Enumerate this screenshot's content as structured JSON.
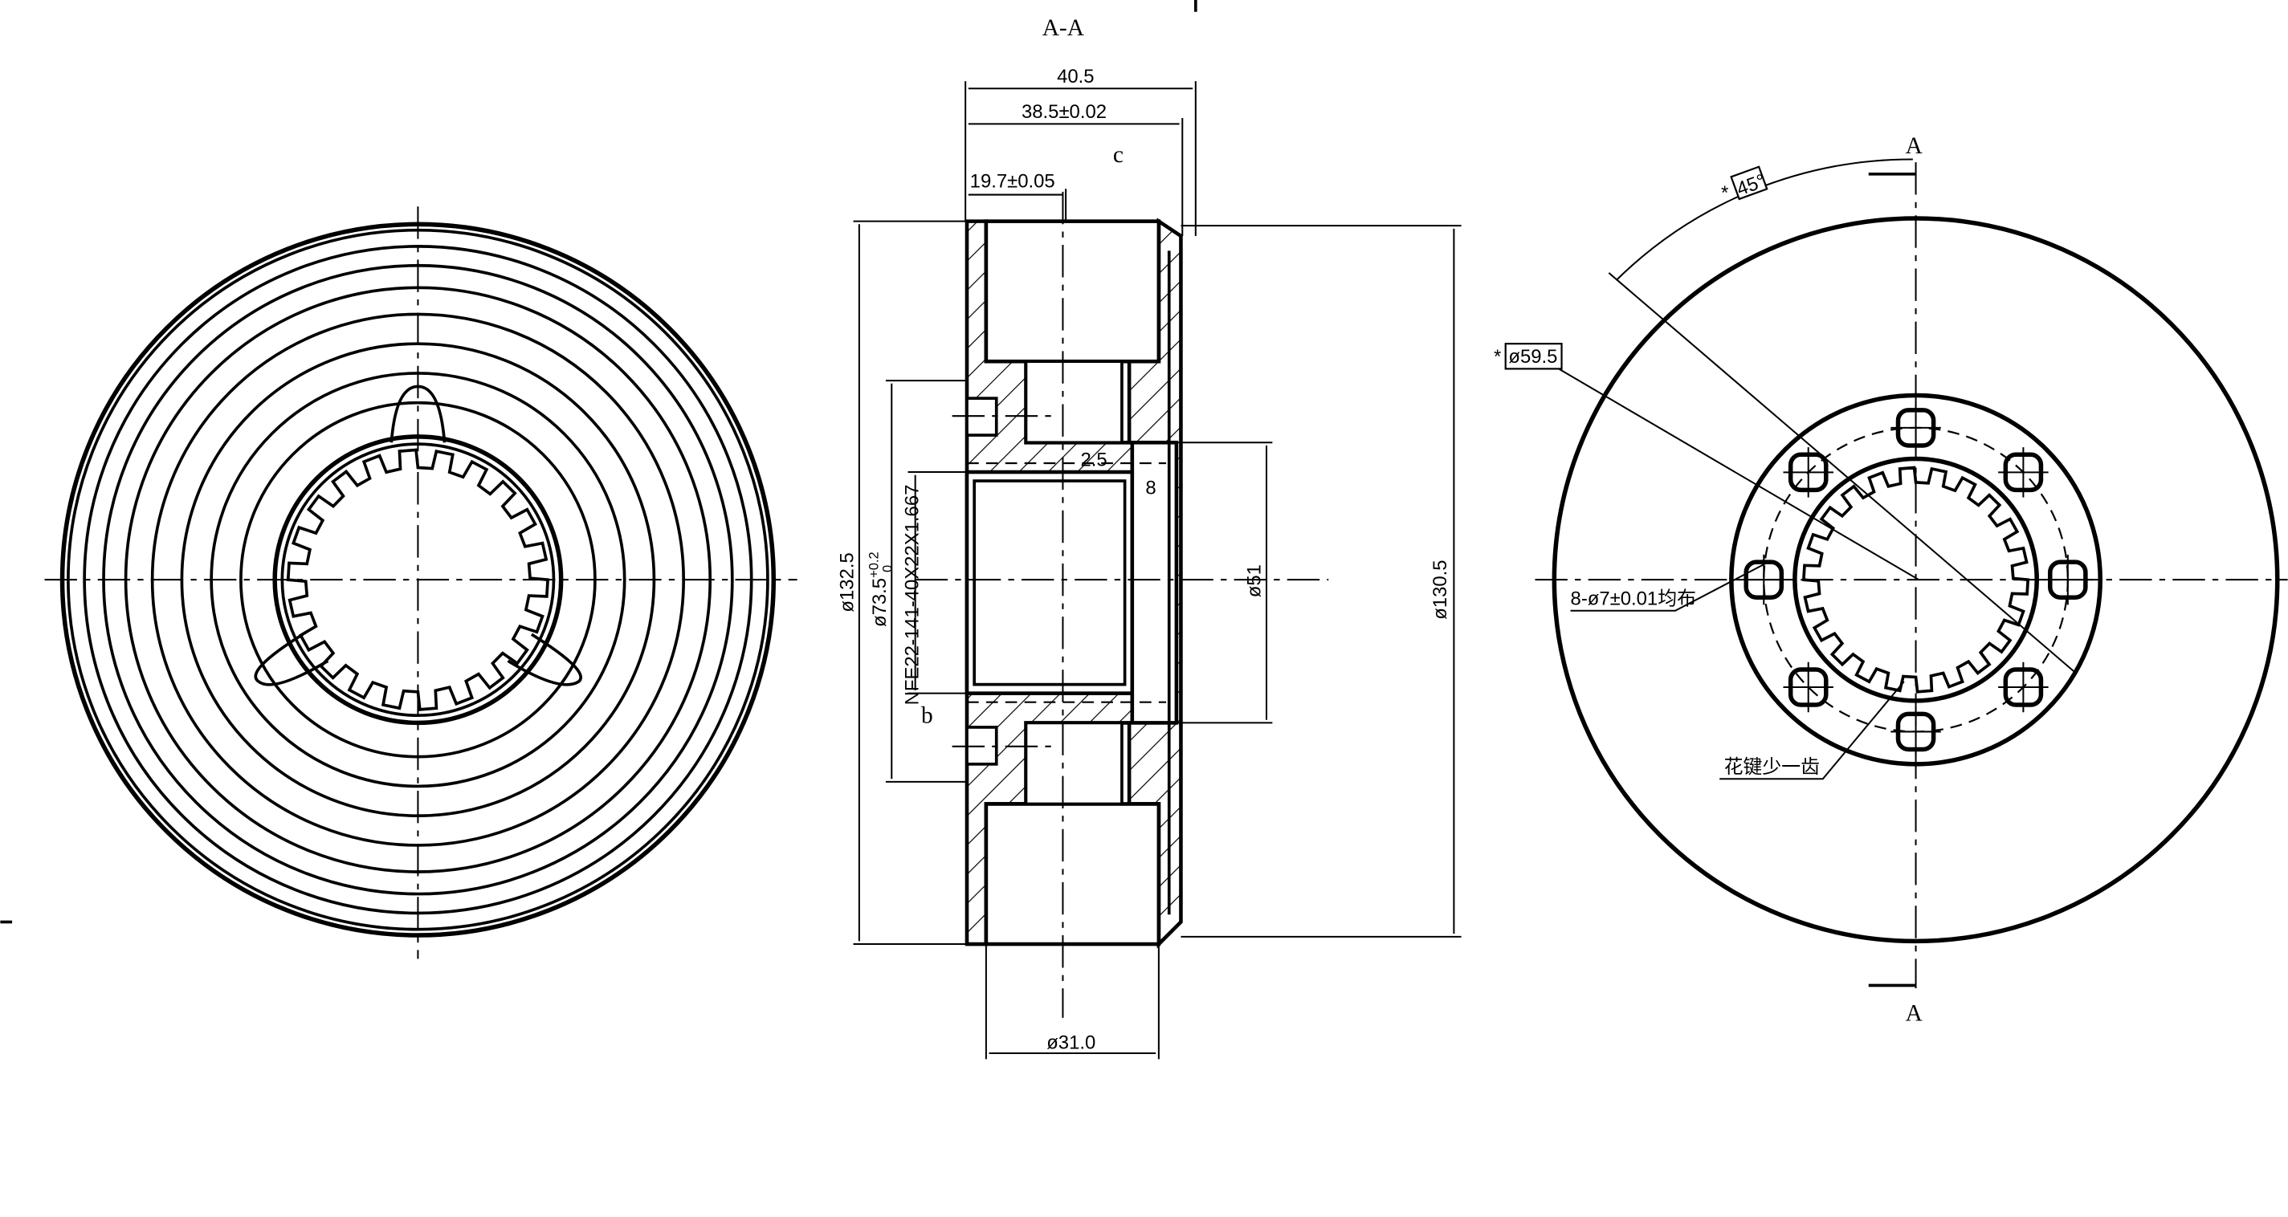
{
  "section_label": "A-A",
  "section_marker": "A",
  "dimensions": {
    "overall_width": "40.5",
    "width_tol": "38.5±0.02",
    "offset": "19.7±0.05",
    "chamfer": "2.5",
    "groove": "8",
    "outer_dia": "ø132.5",
    "bore_dia": "ø73.5",
    "bore_tol_upper": "+0.2",
    "bore_tol_lower": "0",
    "spline_spec": "NFE22-141-40X22X1.667",
    "recess_dia": "ø51",
    "rim_dia": "ø130.5",
    "hub_dia": "ø31.0",
    "angle": "45°",
    "pitch_dia": "ø59.5",
    "holes": "8-ø7±0.01均布"
  },
  "surface_marks": {
    "c": "c",
    "b": "b"
  },
  "notes": {
    "asterisk": "*",
    "spline_note": "花键少一齿"
  },
  "spline_teeth": 22
}
